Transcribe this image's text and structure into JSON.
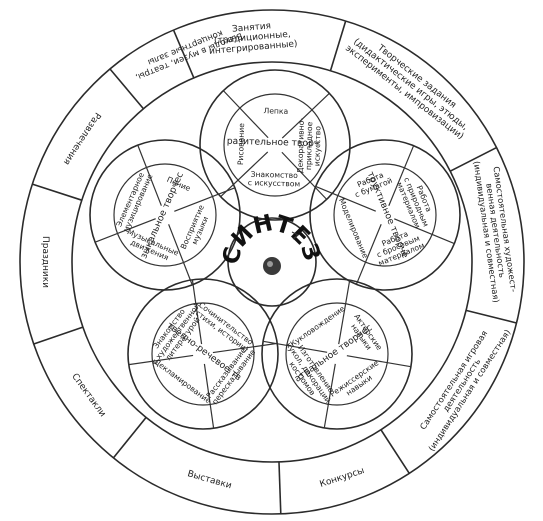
{
  "outer_ring": {
    "sectors": [
      {
        "lines": [
          "Занятия",
          "(традиционные,",
          "интегрированные)"
        ]
      },
      {
        "lines": [
          "Творческие задания",
          "(дидактические игры, этюды,",
          "эксперименты, импровизации)"
        ]
      },
      {
        "lines": [
          "Самостоятельная художест-",
          "венная деятельность",
          "(индивидуальная и совместная)"
        ]
      },
      {
        "lines": [
          "Самостоятельная игровая",
          "деятельность",
          "(индивидуальная и совместная)"
        ]
      },
      {
        "lines": [
          "Конкурсы"
        ]
      },
      {
        "lines": [
          "Выставки"
        ]
      },
      {
        "lines": [
          "Спектакли"
        ]
      },
      {
        "lines": [
          "Праздники"
        ]
      },
      {
        "lines": [
          "Развлечения"
        ]
      },
      {
        "lines": [
          "Выходы в музеи, театры,",
          "концертные залы"
        ]
      }
    ]
  },
  "center": {
    "label": "СИНТЕЗ"
  },
  "circles": [
    {
      "title": "Изобразительное творчество",
      "segments": [
        {
          "lines": [
            "Рисование"
          ]
        },
        {
          "lines": [
            "Лепка"
          ]
        },
        {
          "lines": [
            "Декоративно-",
            "прикладное",
            "искусство"
          ]
        },
        {
          "lines": [
            "Знакомство",
            "с искусством"
          ]
        }
      ]
    },
    {
      "title": "Конструктивное творчество",
      "segments": [
        {
          "lines": [
            "Работа",
            "с бумагой"
          ]
        },
        {
          "lines": [
            "Работа",
            "с природным",
            "материалом"
          ]
        },
        {
          "lines": [
            "Работа",
            "с бросовым",
            "материалом"
          ]
        },
        {
          "lines": [
            "Моделирование"
          ]
        }
      ]
    },
    {
      "title": "Театральное творчество",
      "segments": [
        {
          "lines": [
            "Актерские",
            "навыки"
          ]
        },
        {
          "lines": [
            "Режиссерские",
            "навыки"
          ]
        },
        {
          "lines": [
            "Изготовление",
            "кукол, декораций,",
            "костюмов"
          ]
        },
        {
          "lines": [
            "Кукловождение"
          ]
        }
      ]
    },
    {
      "title": "Художественно-речевое творчество",
      "segments": [
        {
          "lines": [
            "Рассказывание,",
            "пересказывание"
          ]
        },
        {
          "lines": [
            "Декламирование"
          ]
        },
        {
          "lines": [
            "Знакомство",
            "с художественной",
            "литературой"
          ]
        },
        {
          "lines": [
            "Сочинительство",
            "(стихи, истории)"
          ]
        }
      ]
    },
    {
      "title": "Музыкальное творчество",
      "segments": [
        {
          "lines": [
            "Музыкальные",
            "движения"
          ]
        },
        {
          "lines": [
            "Элементарное",
            "музицирование"
          ]
        },
        {
          "lines": [
            "Пение"
          ]
        },
        {
          "lines": [
            "Восприятие",
            "музыки"
          ]
        }
      ]
    }
  ]
}
